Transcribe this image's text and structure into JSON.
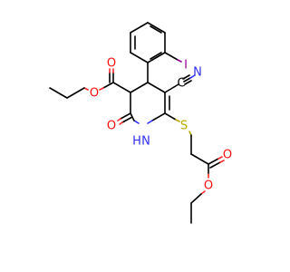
{
  "molecule": {
    "atom_labels": {
      "o_ester_carbonyl": "O",
      "o_ester_ether": "O",
      "o_amide": "O",
      "nh": "H",
      "n_amide": "N",
      "n_nitrile": "N",
      "c_nitrile": "C",
      "iodine": "I",
      "sulfur": "S",
      "o_thio_carbonyl": "O",
      "o_thio_ether": "O"
    },
    "colors": {
      "carbon": "#000000",
      "oxygen": "#ff0d0d",
      "nitrogen": "#3030f0",
      "sulfur": "#b8a800",
      "iodine": "#940094"
    }
  }
}
